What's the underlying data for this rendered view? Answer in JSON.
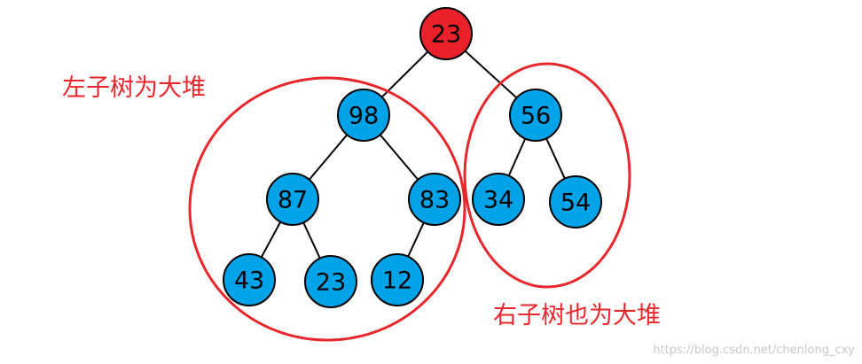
{
  "colors": {
    "root_fill": "#e8212a",
    "node_fill": "#00a2e8",
    "node_stroke": "#000000",
    "edge": "#000000",
    "annotation": "#e8272d"
  },
  "nodes": [
    {
      "id": "root",
      "value": "23",
      "highlight": true
    },
    {
      "id": "l",
      "value": "98"
    },
    {
      "id": "r",
      "value": "56"
    },
    {
      "id": "ll",
      "value": "87"
    },
    {
      "id": "lr",
      "value": "83"
    },
    {
      "id": "rl",
      "value": "34"
    },
    {
      "id": "rr",
      "value": "54"
    },
    {
      "id": "lll",
      "value": "43"
    },
    {
      "id": "llr",
      "value": "23"
    },
    {
      "id": "lrl",
      "value": "12"
    }
  ],
  "edges": [
    [
      "root",
      "l"
    ],
    [
      "root",
      "r"
    ],
    [
      "l",
      "ll"
    ],
    [
      "l",
      "lr"
    ],
    [
      "r",
      "rl"
    ],
    [
      "r",
      "rr"
    ],
    [
      "ll",
      "lll"
    ],
    [
      "ll",
      "llr"
    ],
    [
      "lr",
      "lrl"
    ]
  ],
  "annotations": {
    "left_subtree": "左子树为大堆",
    "right_subtree": "右子树也为大堆"
  },
  "watermark": "https://blog.csdn.net/chenlong_cxy"
}
